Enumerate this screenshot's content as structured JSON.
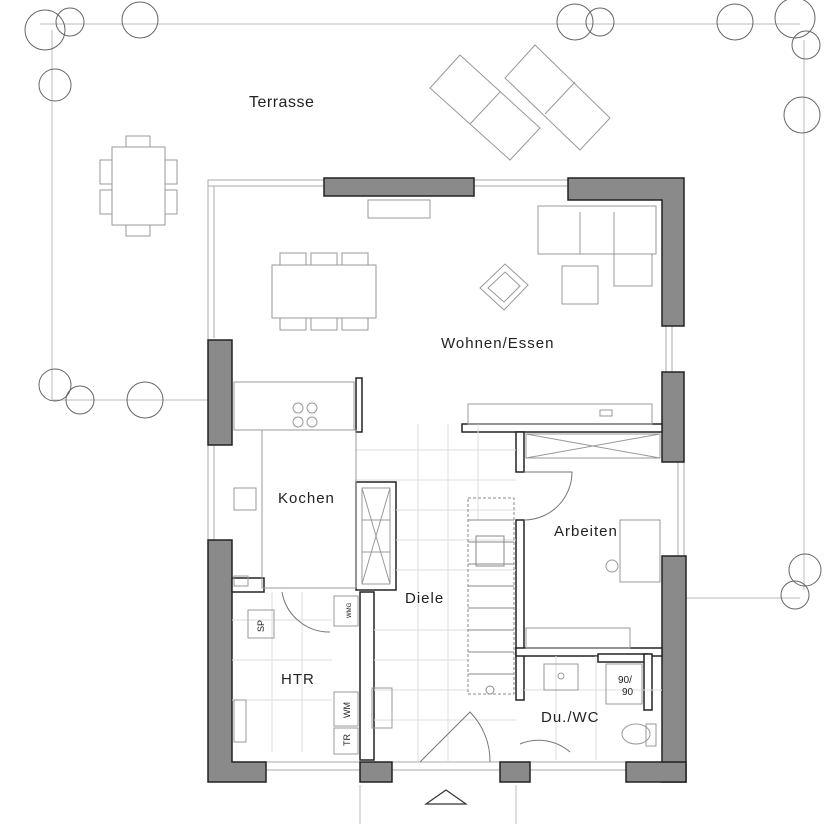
{
  "rooms": {
    "terrasse": "Terrasse",
    "wohnen_essen": "Wohnen/Essen",
    "kochen": "Kochen",
    "arbeiten": "Arbeiten",
    "diele": "Diele",
    "htr": "HTR",
    "du_wc": "Du./WC"
  },
  "appliances": {
    "sp": "SP",
    "wmg": "WMG",
    "wm": "WM",
    "tr": "TR"
  },
  "shower": {
    "size_top": "90/",
    "size_bottom": "90"
  },
  "colors": {
    "wall_fill": "#8a8a8a",
    "wall_stroke": "#222222",
    "line": "#555555",
    "light_line": "#aaaaaa"
  },
  "icons": {
    "tree": "tree-icon",
    "entrance": "entrance-arrow-icon"
  }
}
